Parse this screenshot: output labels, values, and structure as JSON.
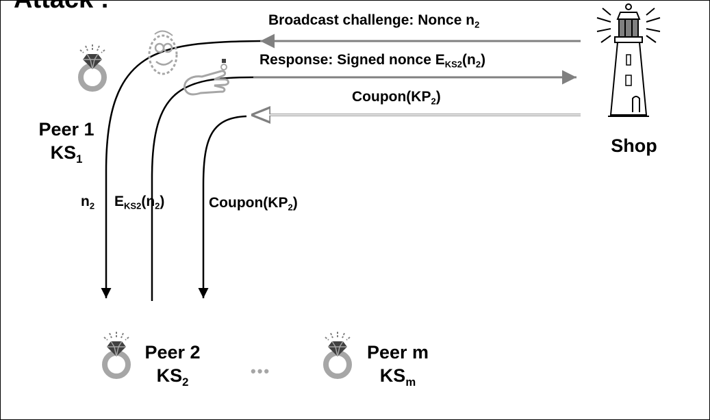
{
  "title": "Attack :",
  "arrows": {
    "broadcast": {
      "prefix": "Broadcast challenge: Nonce n",
      "sub": "2"
    },
    "response": {
      "prefix": "Response: Signed nonce E",
      "sub1": "KS2",
      "mid": "(n",
      "sub2": "2",
      "suffix": ")"
    },
    "coupon": {
      "prefix": "Coupon(KP",
      "sub": "2",
      "suffix": ")"
    }
  },
  "peer1": {
    "name": "Peer 1",
    "key": "KS",
    "key_sub": "1"
  },
  "shop": {
    "name": "Shop"
  },
  "relay": {
    "n2": {
      "text": "n",
      "sub": "2"
    },
    "eks2": {
      "prefix": "E",
      "sub1": "KS2",
      "mid": "(n",
      "sub2": "2",
      "suffix": ")"
    },
    "coupon": {
      "prefix": "Coupon(KP",
      "sub": "2",
      "suffix": ")"
    }
  },
  "peer2": {
    "name": "Peer 2",
    "key": "KS",
    "key_sub": "2"
  },
  "ellipsis": "•••",
  "peerm": {
    "name": "Peer m",
    "key": "KS",
    "key_sub": "m"
  },
  "colors": {
    "ring": "#a6a6a6",
    "gem": "#404040",
    "arrow_gray": "#808080",
    "line": "#000000"
  }
}
